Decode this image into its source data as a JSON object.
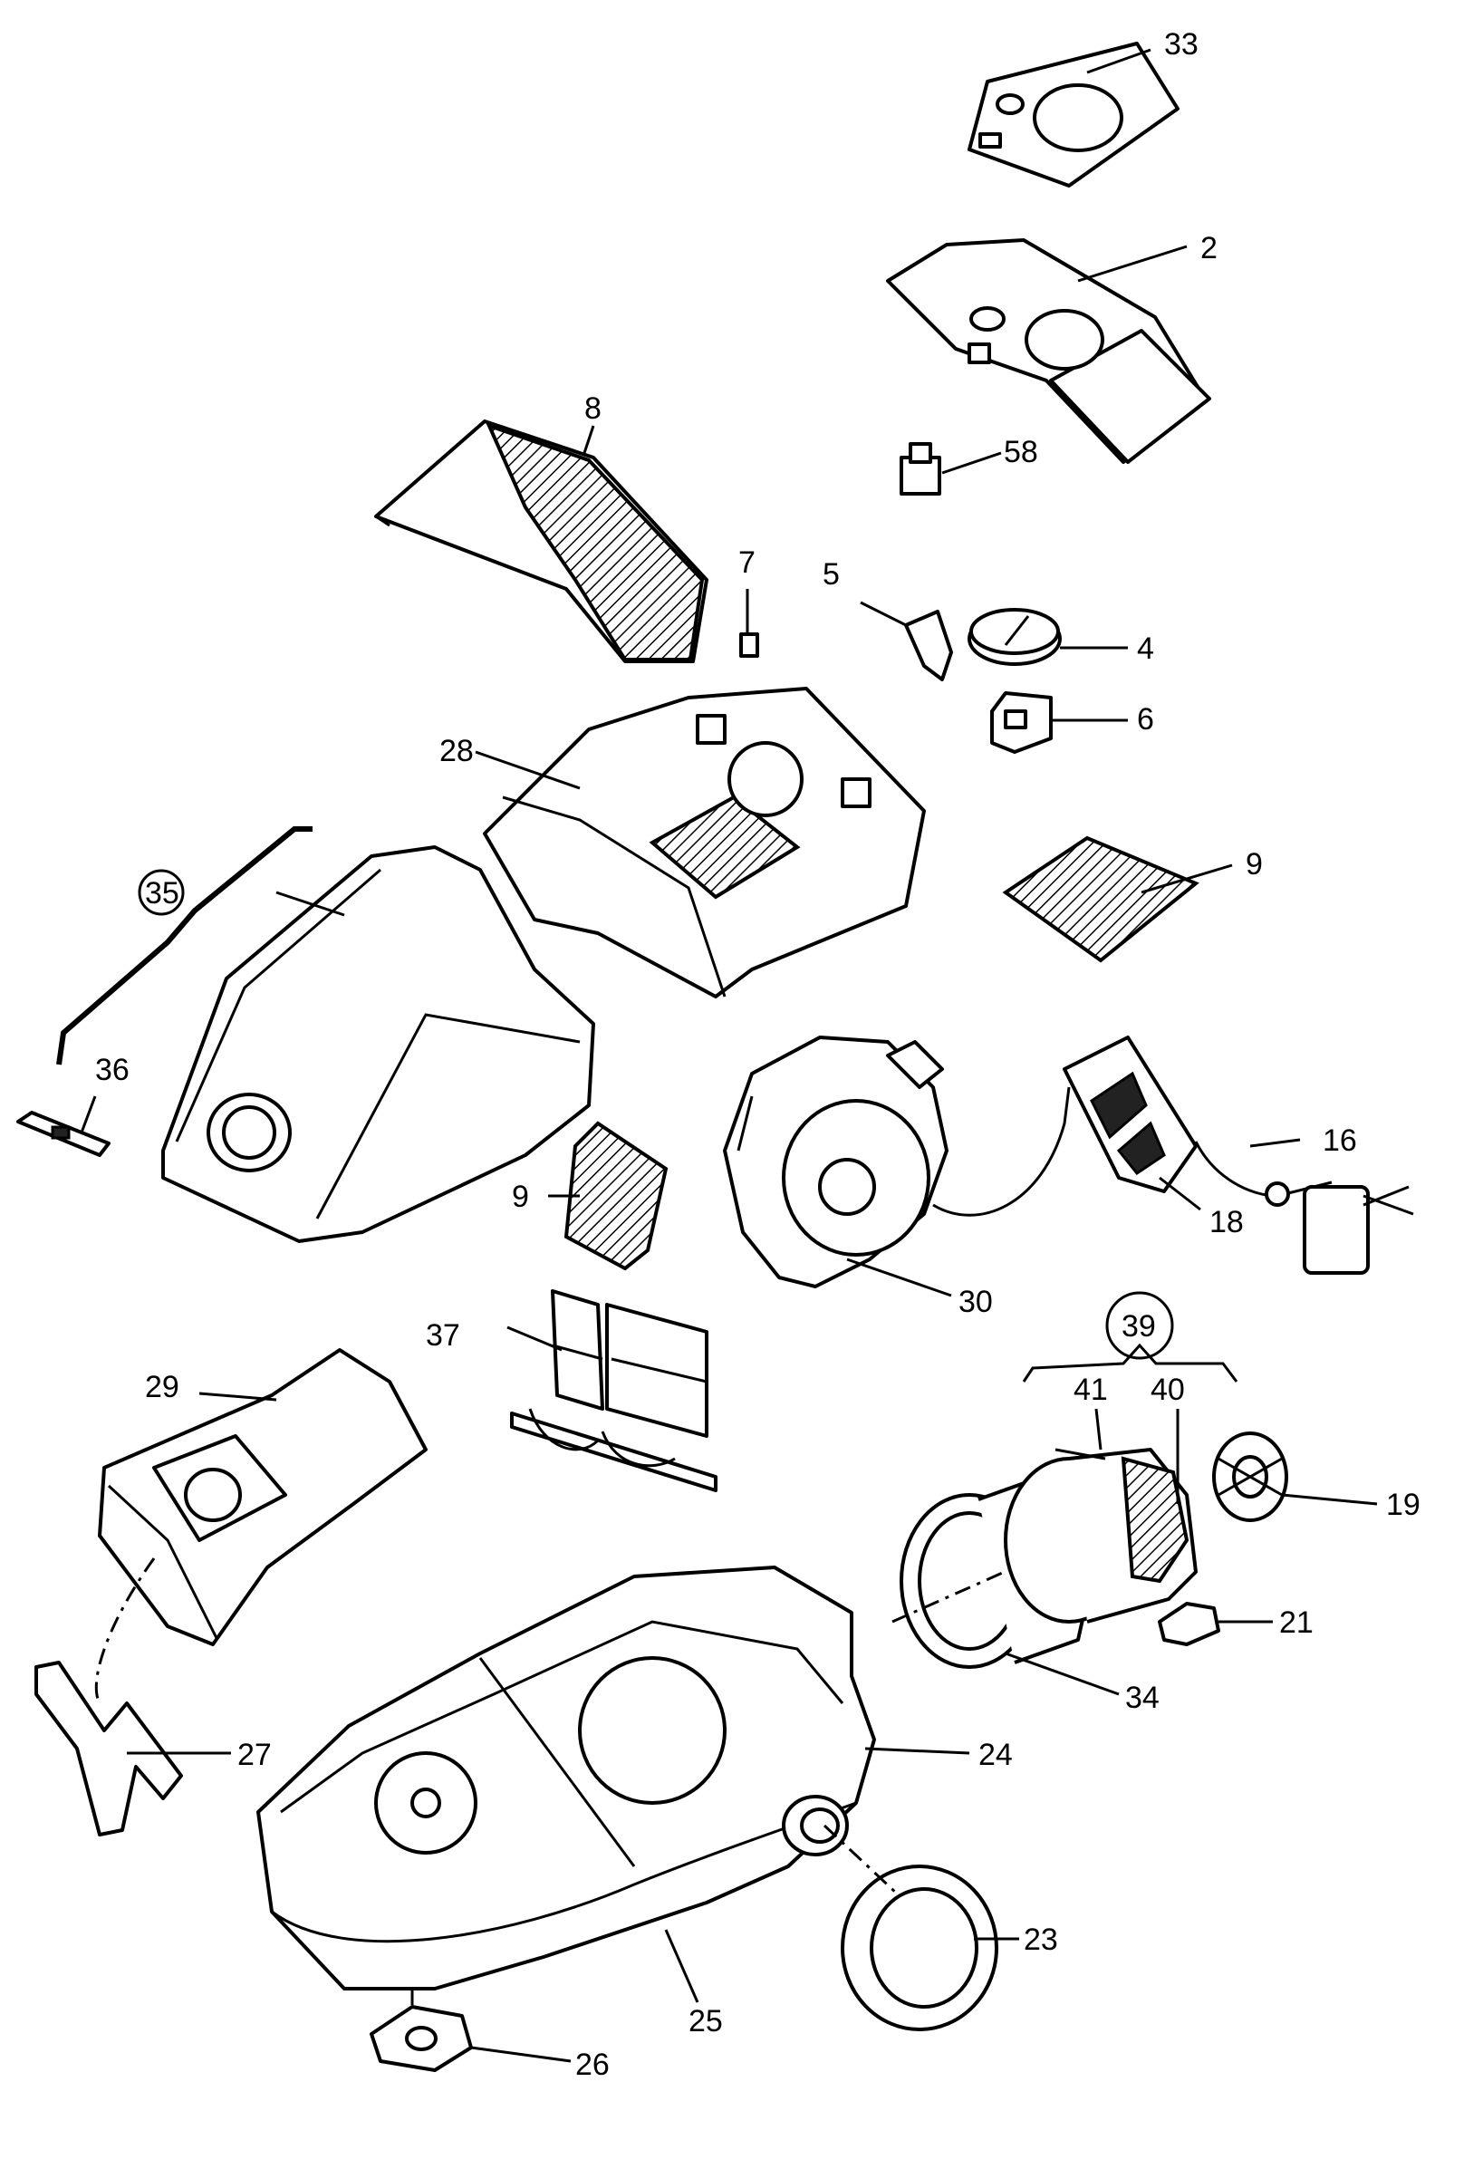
{
  "labels": {
    "l33": "33",
    "l2": "2",
    "l58": "58",
    "l8": "8",
    "l7": "7",
    "l5": "5",
    "l4": "4",
    "l6": "6",
    "l28": "28",
    "l9a": "9",
    "l35": "35",
    "l36": "36",
    "l16": "16",
    "l9b": "9",
    "l18": "18",
    "l30": "30",
    "l39": "39",
    "l37": "37",
    "l29": "29",
    "l41": "41",
    "l40": "40",
    "l19": "19",
    "l21": "21",
    "l34": "34",
    "l27": "27",
    "l24": "24",
    "l23": "23",
    "l25": "25",
    "l26": "26"
  }
}
